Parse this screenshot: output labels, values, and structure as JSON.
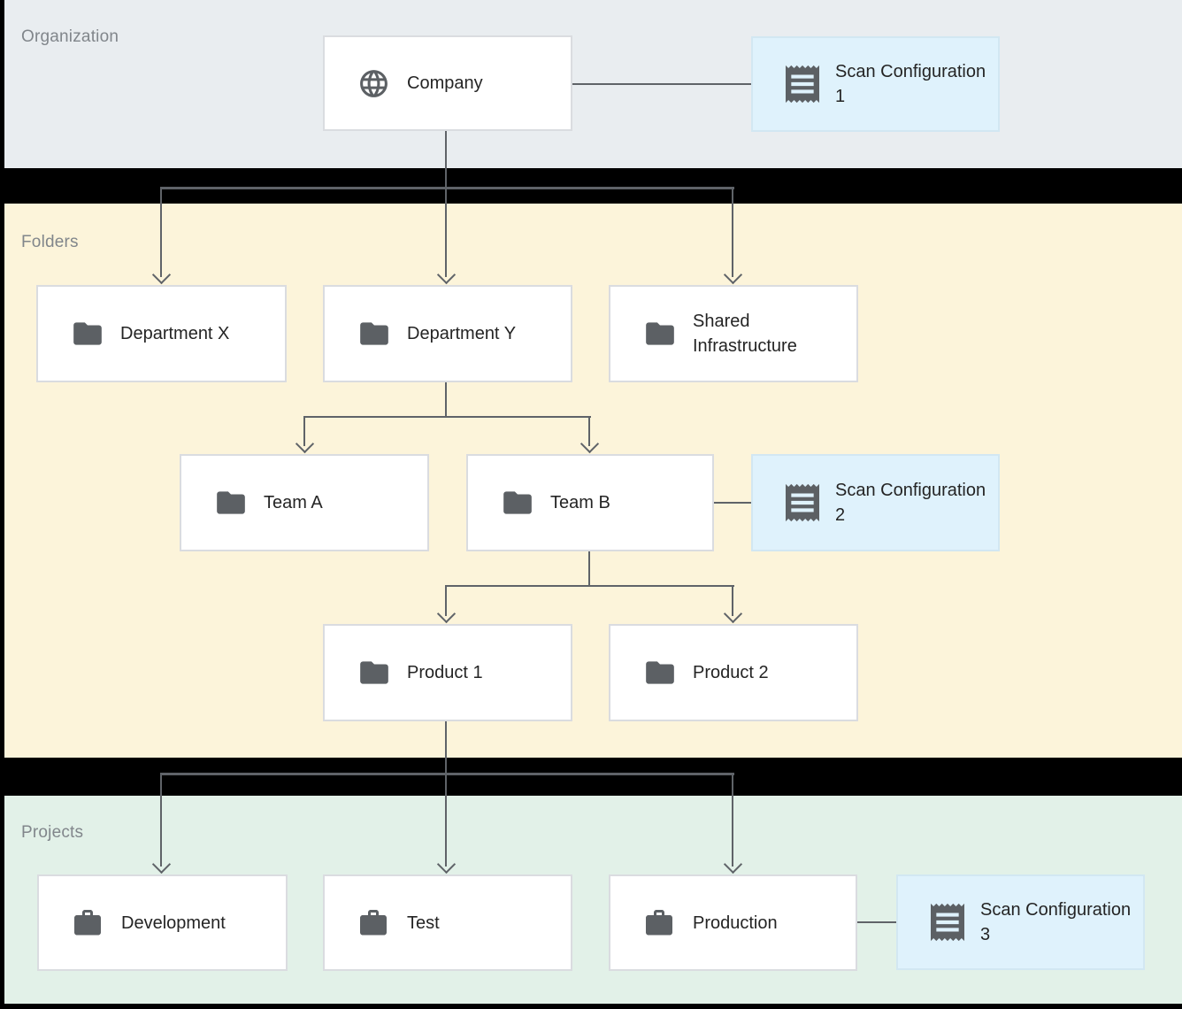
{
  "sections": {
    "organization": {
      "label": "Organization"
    },
    "folders": {
      "label": "Folders"
    },
    "projects": {
      "label": "Projects"
    }
  },
  "nodes": {
    "company": {
      "label": "Company",
      "icon": "globe-icon"
    },
    "scan_config_1": {
      "label": "Scan Configuration 1",
      "icon": "receipt-icon"
    },
    "department_x": {
      "label": "Department X",
      "icon": "folder-icon"
    },
    "department_y": {
      "label": "Department Y",
      "icon": "folder-icon"
    },
    "shared_infrastructure": {
      "label": "Shared Infrastructure",
      "icon": "folder-icon"
    },
    "team_a": {
      "label": "Team A",
      "icon": "folder-icon"
    },
    "team_b": {
      "label": "Team B",
      "icon": "folder-icon"
    },
    "scan_config_2": {
      "label": "Scan Configuration 2",
      "icon": "receipt-icon"
    },
    "product_1": {
      "label": "Product 1",
      "icon": "folder-icon"
    },
    "product_2": {
      "label": "Product 2",
      "icon": "folder-icon"
    },
    "development": {
      "label": "Development",
      "icon": "briefcase-icon"
    },
    "test": {
      "label": "Test",
      "icon": "briefcase-icon"
    },
    "production": {
      "label": "Production",
      "icon": "briefcase-icon"
    },
    "scan_config_3": {
      "label": "Scan Configuration 3",
      "icon": "receipt-icon"
    }
  },
  "colors": {
    "band-organization": "#e9edf0",
    "band-folders": "#fcf4da",
    "band-projects": "#e2f1e8",
    "node-bg": "#ffffff",
    "node-border": "#dadce0",
    "scan-bg": "#dff2fc",
    "scan-border": "#d2e7f2",
    "icon-color": "#5c6064",
    "text-color": "#242424",
    "label-color": "#81868b",
    "line-color": "#5f6368",
    "background": "#000000"
  }
}
